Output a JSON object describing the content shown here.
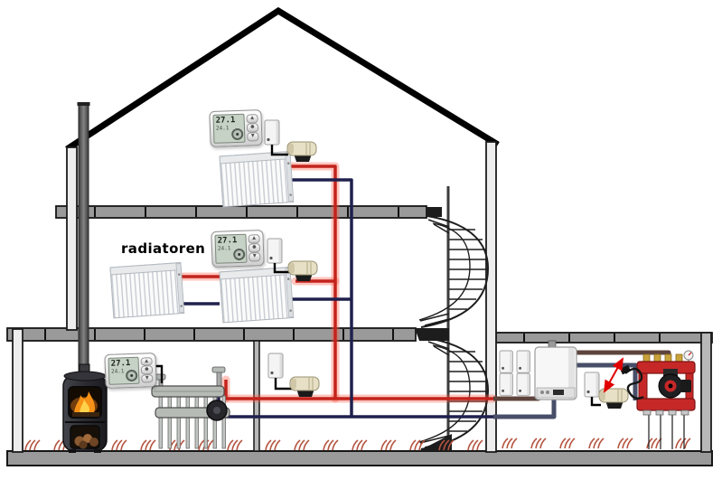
{
  "labels": {
    "radiators": "radiatoren"
  },
  "thermostat": {
    "reading": "27.1",
    "sub_reading": "24.1",
    "up_icon": "▲",
    "down_icon": "▼",
    "ok_icon": "●"
  },
  "colors": {
    "supply_pipe": "#c2241c",
    "supply_glow": "rgba(255,90,70,0.35)",
    "return_pipe": "#20204e",
    "annex_supply": "#5d443c",
    "annex_return": "#474e68",
    "arrow": "#e10000",
    "manifold_red": "#c62828",
    "floor_heating_symbol": "#b4543f",
    "roof": "#000000"
  }
}
